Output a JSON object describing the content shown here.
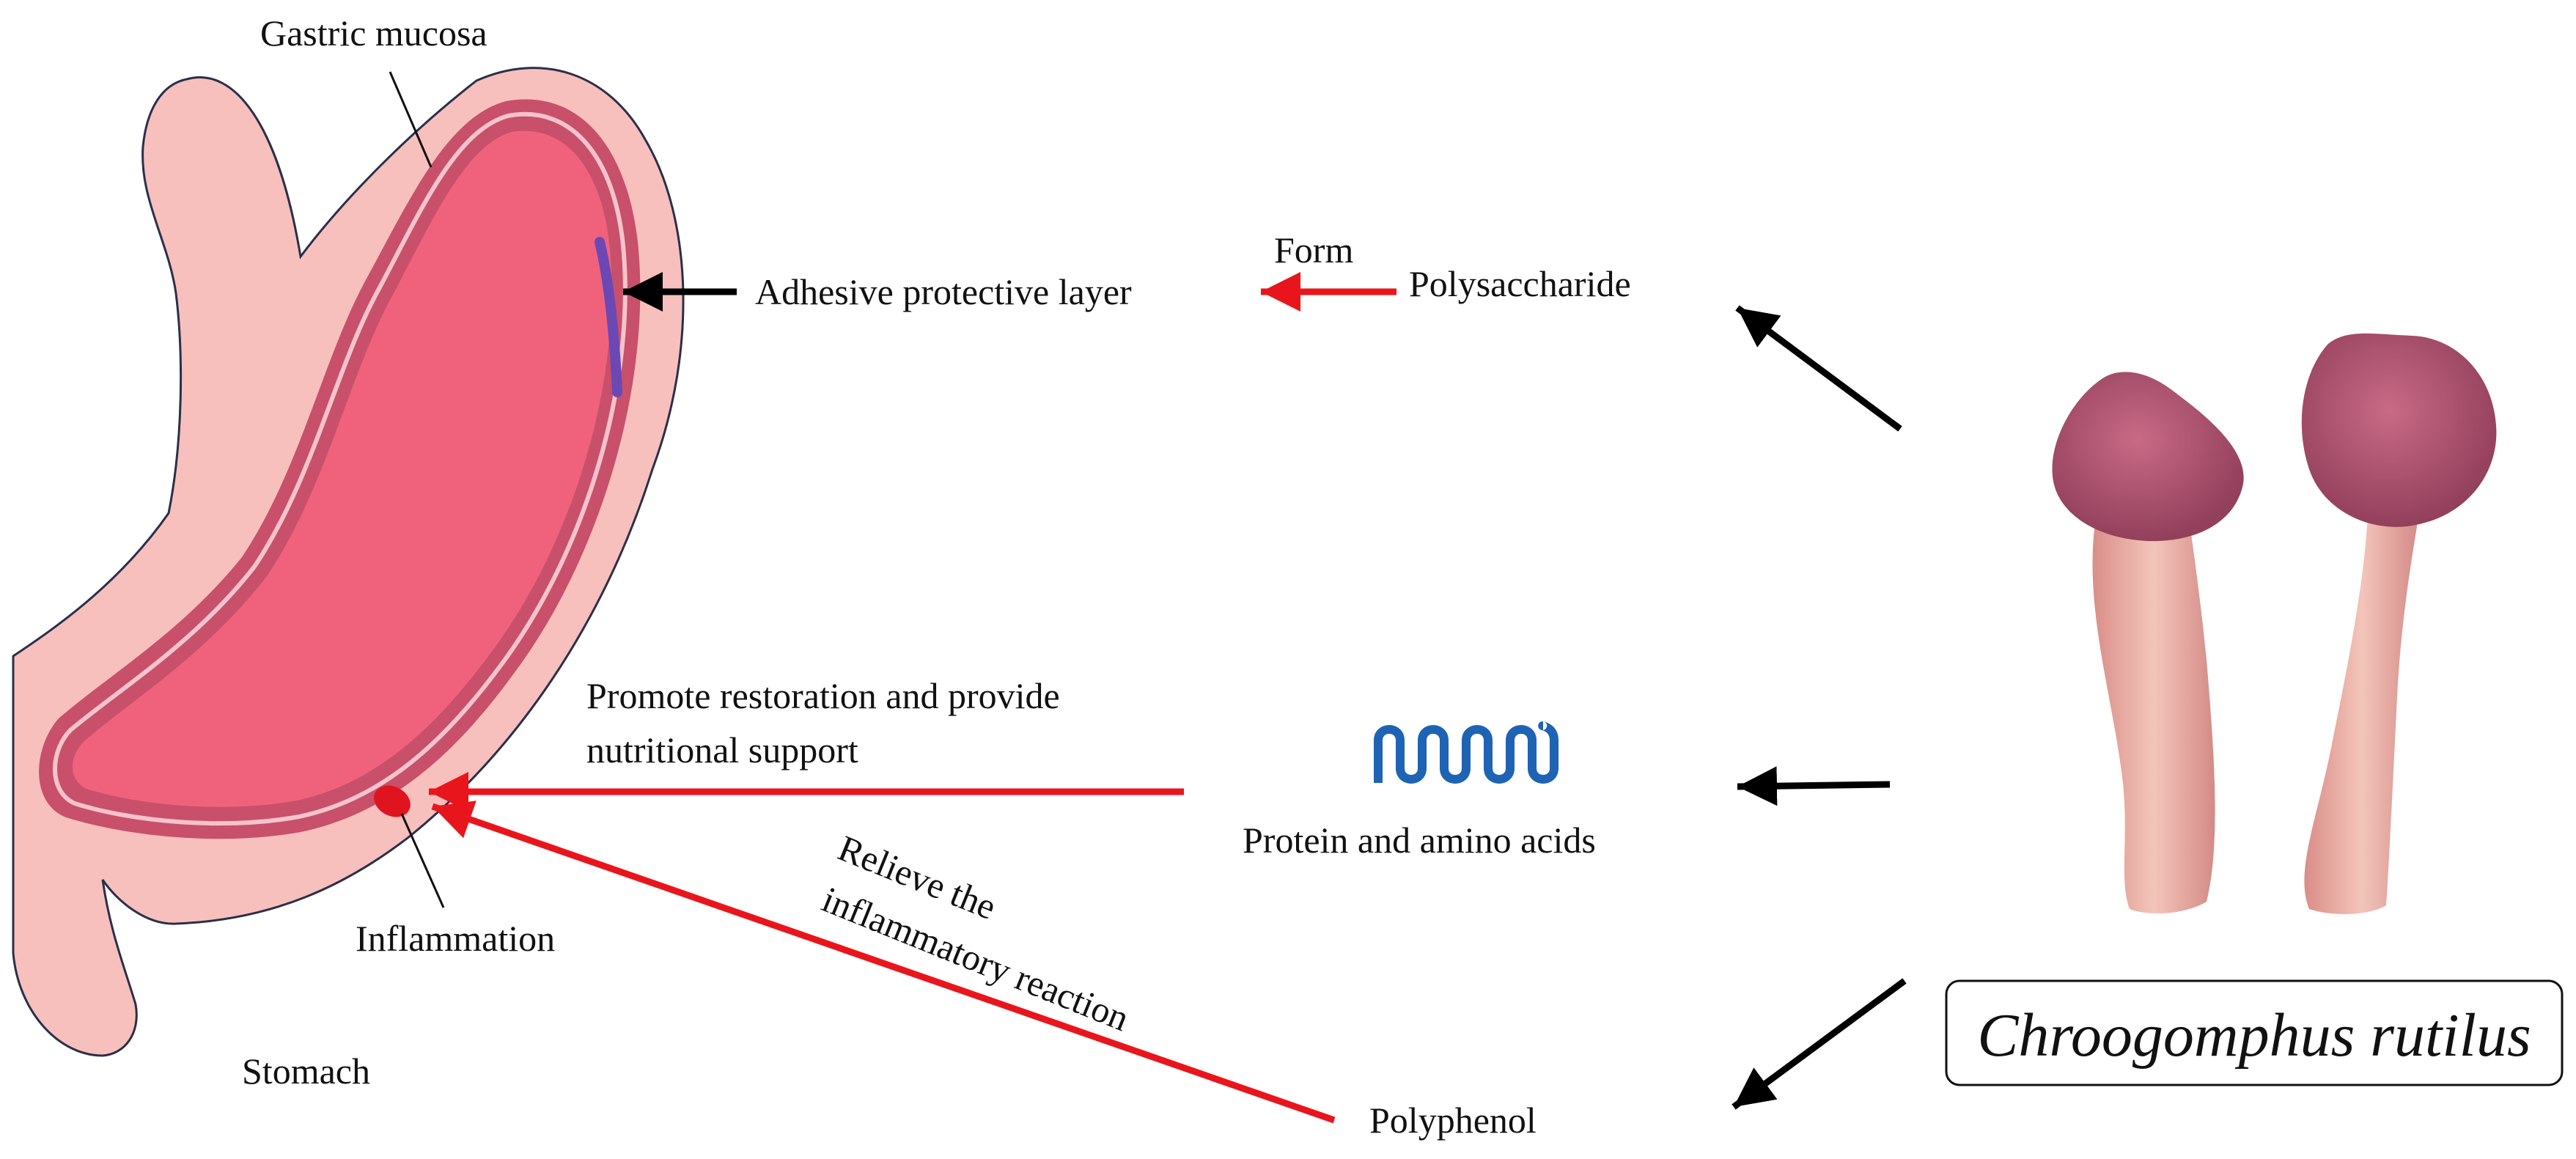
{
  "labels": {
    "gastric_mucosa": "Gastric mucosa",
    "adhesive_layer": "Adhesive protective layer",
    "form": "Form",
    "polysaccharide": "Polysaccharide",
    "promote_line1": "Promote restoration and provide",
    "promote_line2": "nutritional support",
    "protein": "Protein and amino acids",
    "relieve_line1": "Relieve the",
    "relieve_line2": "inflammatory reaction",
    "inflammation": "Inflammation",
    "stomach": "Stomach",
    "polyphenol": "Polyphenol",
    "species": "Chroogomphus rutilus"
  },
  "colors": {
    "stomach_outer": "#f7c0bc",
    "stomach_inner": "#f0627c",
    "mucosa_band": "#c8506a",
    "mucosa_highlight": "#f4c3cc",
    "outline": "#2a2f4a",
    "adhesive_layer": "#6c48b4",
    "inflammation_spot": "#e0141e",
    "red_arrow": "#e8161c",
    "black_arrow": "#000000",
    "protein_icon": "#1e63b4",
    "mushroom_cap": "#b04f6e",
    "mushroom_stem": "#edb3a8"
  },
  "icons": [
    "protein-wave-icon",
    "mushroom-photo"
  ]
}
